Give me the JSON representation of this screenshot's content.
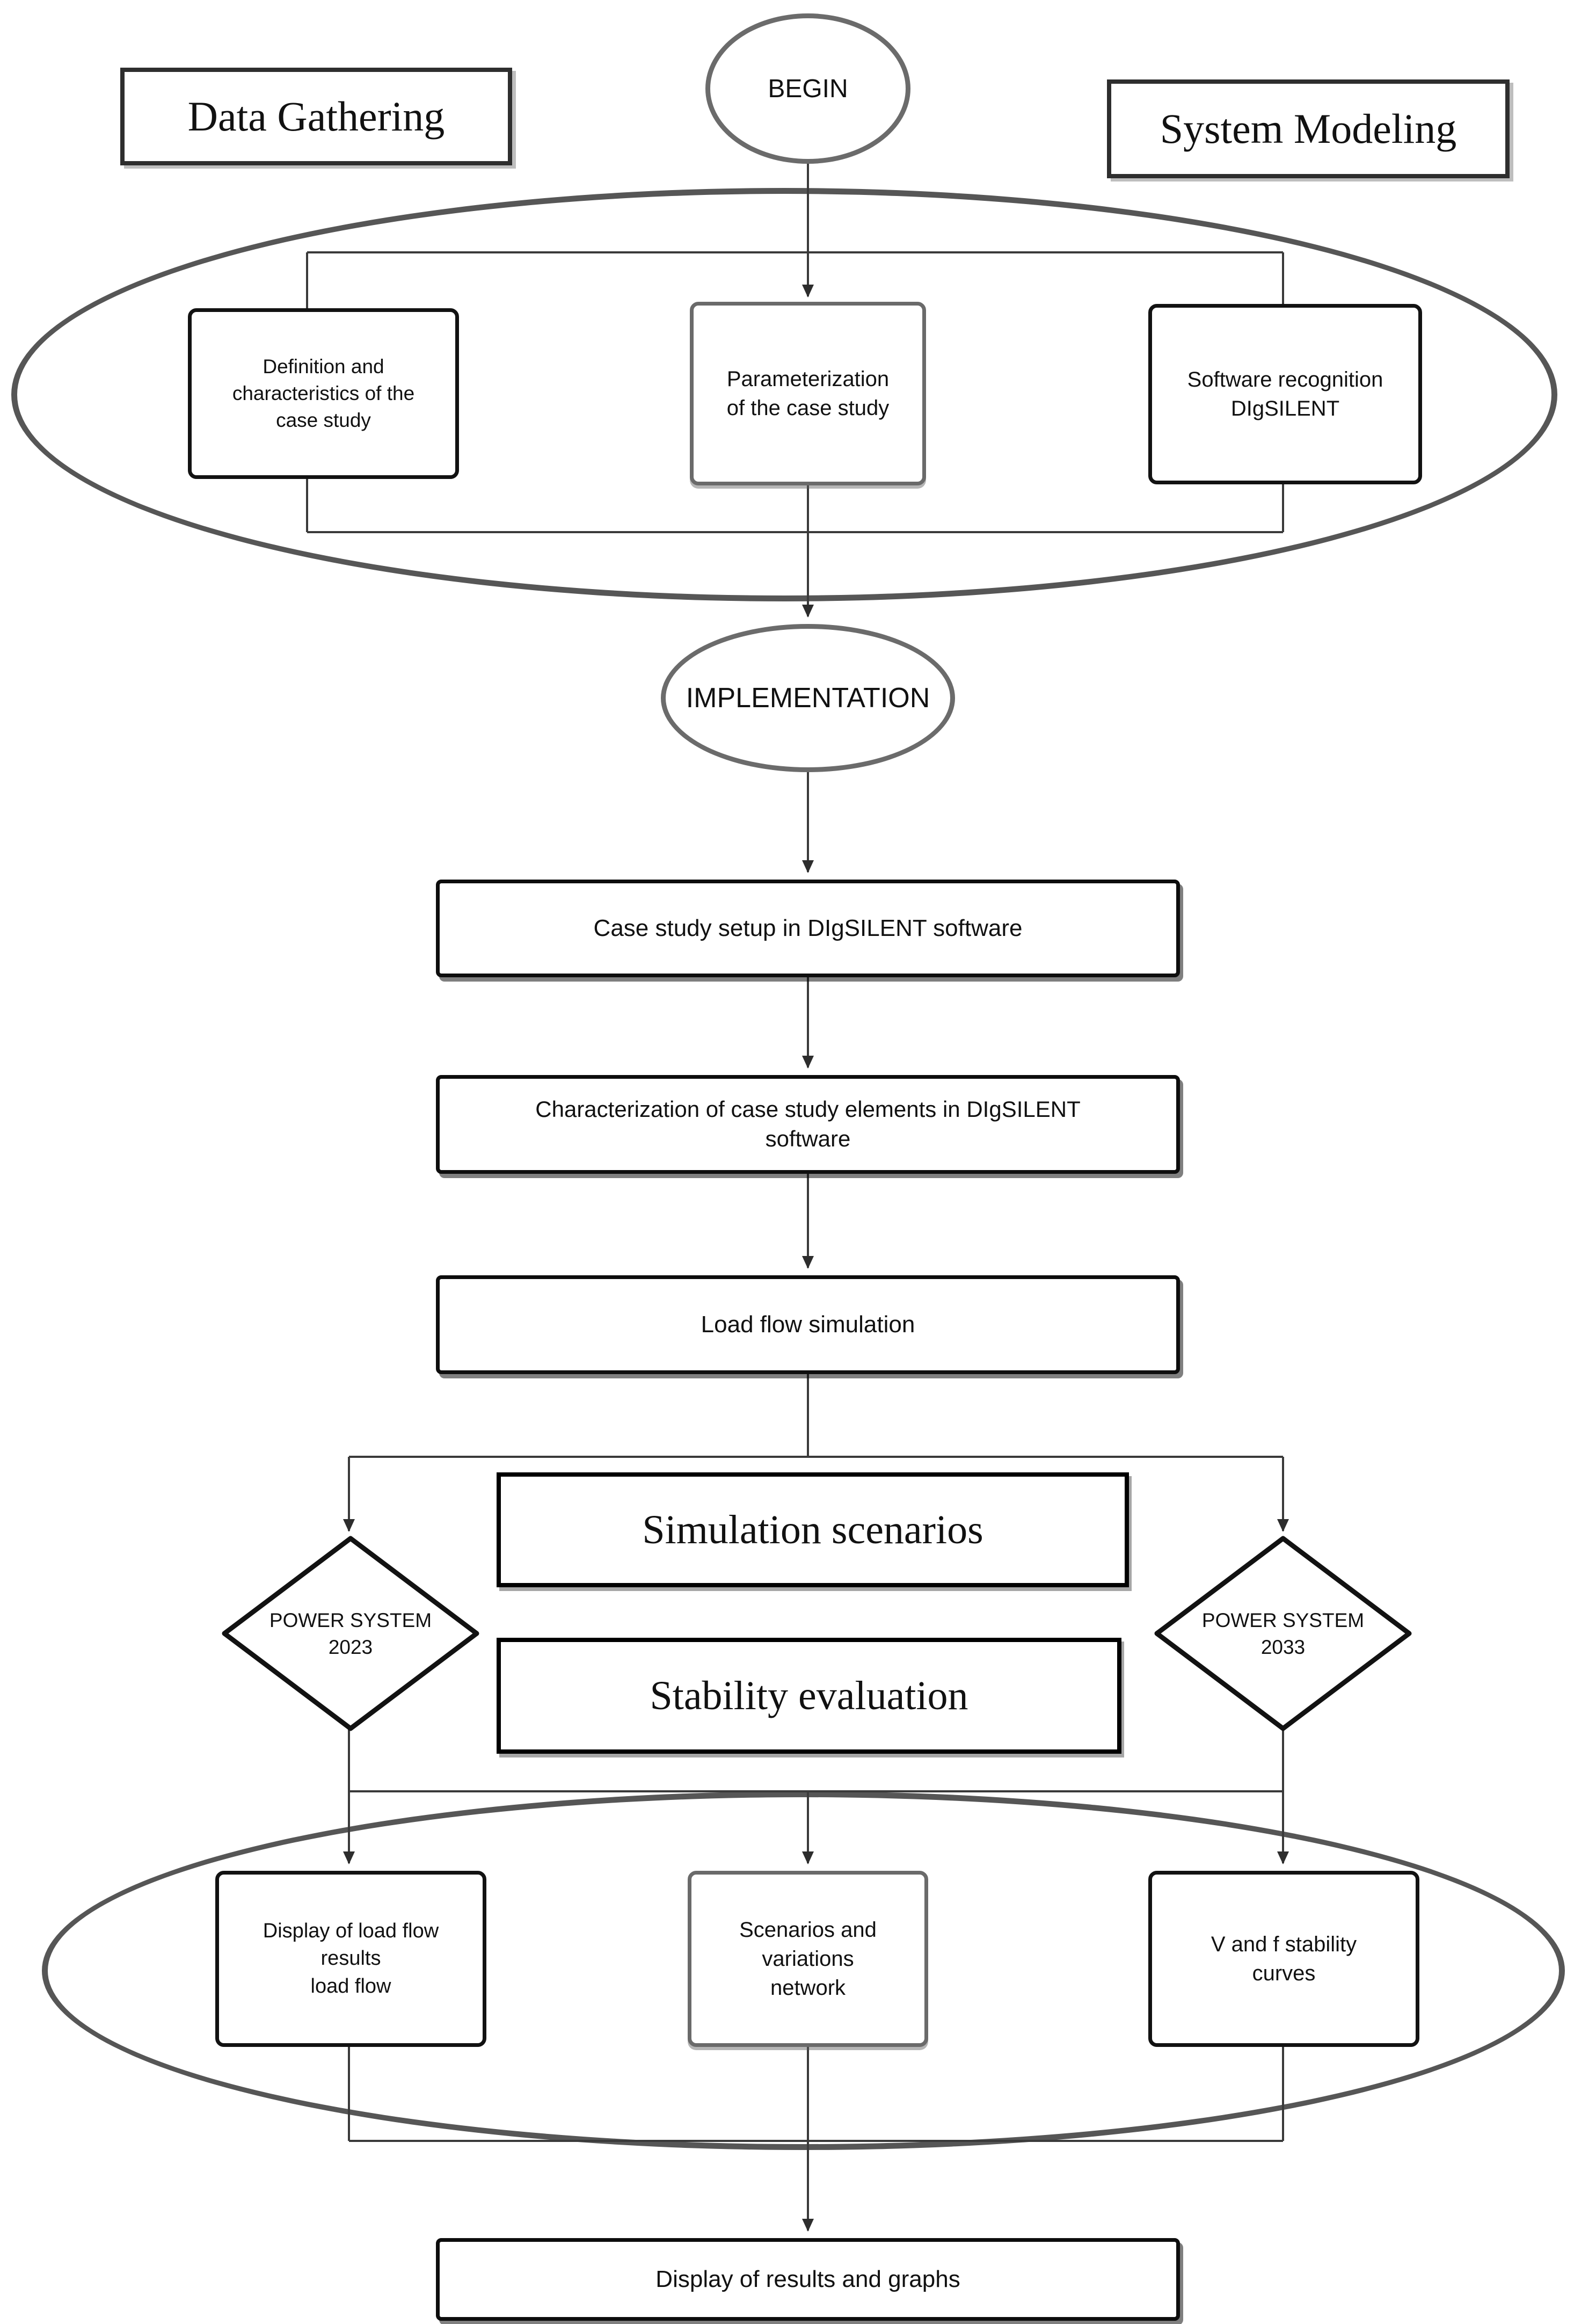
{
  "diagram": {
    "begin": "BEGIN",
    "section_labels": {
      "left": "Data Gathering",
      "right": "System Modeling"
    },
    "gathering_group": {
      "definition": "Definition and\ncharacteristics of the\ncase study",
      "parameterization": "Parameterization\nof the case study",
      "software": "Software recognition\nDIgSILENT"
    },
    "implementation": "IMPLEMENTATION",
    "process": {
      "case_setup": "Case study setup in DIgSILENT software",
      "characterization": "Characterization of case study elements in DIgSILENT\nsoftware",
      "load_flow": "Load flow simulation"
    },
    "scenario": {
      "simulation_scenarios": "Simulation scenarios",
      "stability_evaluation": "Stability evaluation",
      "power_system_2023": "POWER SYSTEM\n2023",
      "power_system_2033": "POWER SYSTEM\n2033"
    },
    "results_group": {
      "load_flow_results": "Display of load flow\nresults\nload flow",
      "scenarios_network": "Scenarios and\nvariations\nnetwork",
      "vf_curves": "V and f stability\ncurves"
    },
    "final": "Display of results and graphs"
  },
  "colors": {
    "ellipse_stroke": "#565656",
    "small_ellipse_stroke": "#6b6b6b",
    "node_stroke": "#121212",
    "gray_node_stroke": "#6a6a6a",
    "connector": "#3a3a3a",
    "text": "#111111",
    "background": "#ffffff"
  }
}
